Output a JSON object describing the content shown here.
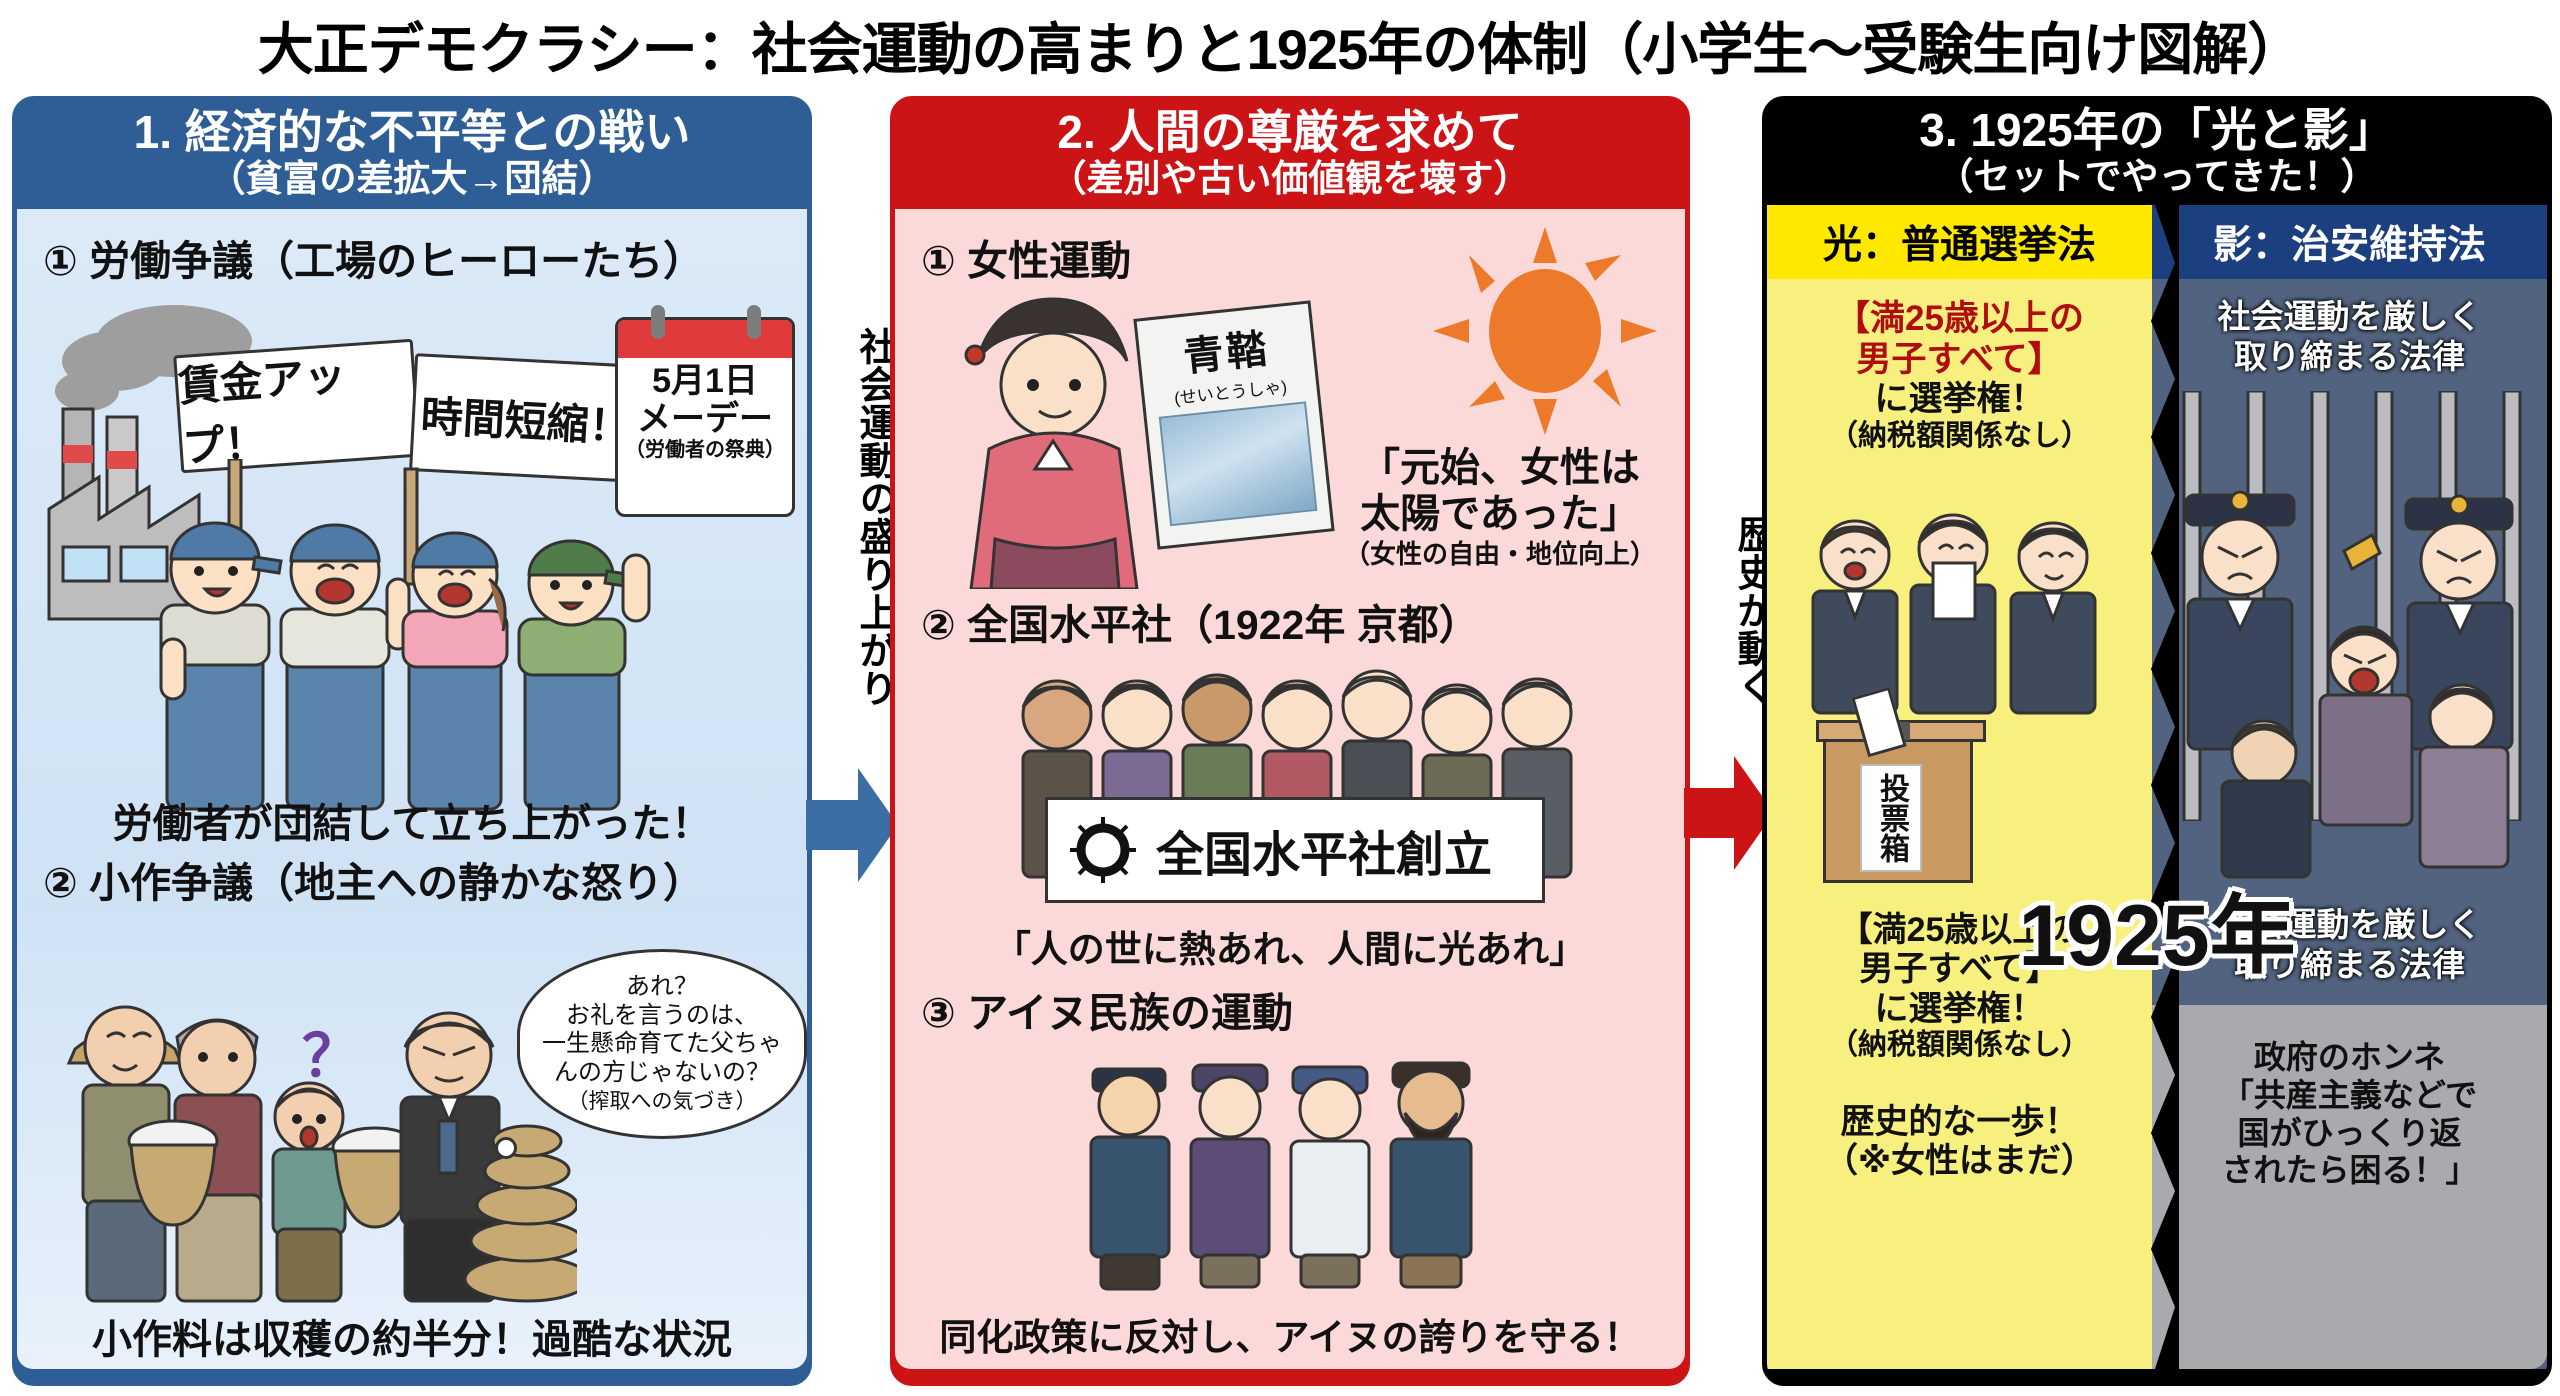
{
  "title": "大正デモクラシー：社会運動の高まりと1925年の体制（小学生〜受験生向け図解）",
  "connectors": [
    {
      "label": "社会運動の盛り上がり",
      "arrow_color": "#3a6ea5"
    },
    {
      "label": "歴史が動く",
      "arrow_color": "#cc1417"
    }
  ],
  "panel1": {
    "heading": "1. 経済的な不平等との戦い",
    "subheading": "（貧富の差拡大→団結）",
    "header_color": "#2f5e96",
    "body_color": "#d7e8f6",
    "sections": [
      {
        "head": "① 労働争議（工場のヒーローたち）",
        "signs": [
          "賃金アップ！",
          "時間短縮！"
        ],
        "calendar": {
          "line1": "5月1日",
          "line2": "メーデー",
          "line3": "（労働者の祭典）"
        },
        "caption": "労働者が団結して立ち上がった！"
      },
      {
        "head": "② 小作争議（地主への静かな怒り）",
        "bubble": [
          "あれ？",
          "お礼を言うのは、",
          "一生懸命育てた父ちゃ",
          "んの方じゃないの？"
        ],
        "bubble_note": "（搾取への気づき）",
        "question_mark": "？",
        "caption": "小作料は収穫の約半分！過酷な状況"
      }
    ]
  },
  "panel2": {
    "heading": "2. 人間の尊厳を求めて",
    "subheading": "（差別や古い価値観を壊す）",
    "header_color": "#cc1417",
    "body_color": "#fbd9d8",
    "sections": [
      {
        "head": "① 女性運動",
        "magazine_title": "青鞜",
        "magazine_reading": "(せいとうしゃ)",
        "quote_line1": "「元始、女性は",
        "quote_line2": "太陽であった」",
        "quote_note": "（女性の自由・地位向上）"
      },
      {
        "head": "② 全国水平社（1922年 京都）",
        "banner": "全国水平社創立",
        "quote": "「人の世に熱あれ、人間に光あれ」"
      },
      {
        "head": "③ アイヌ民族の運動",
        "caption": "同化政策に反対し、アイヌの誇りを守る！"
      }
    ]
  },
  "panel3": {
    "heading": "3. 1925年の「光と影」",
    "subheading": "（セットでやってきた！）",
    "header_color": "#000000",
    "year_badge": "1925年",
    "light": {
      "tab": "光：普通選挙法",
      "tab_color": "#ffe800",
      "body_color": "#f7f07e",
      "top_line1": "【満25歳以上の",
      "top_line2": "男子すべて】",
      "top_line3": "に選挙権！",
      "top_note": "（納税額関係なし）",
      "ballot_box_label": "投票箱",
      "bottom_line1": "【満25歳以上の",
      "bottom_line2": "男子すべて】",
      "bottom_line3": "に選挙権！",
      "bottom_note": "（納税額関係なし）",
      "bottom_line4": "歴史的な一歩！",
      "bottom_note2": "（※女性はまだ）"
    },
    "shadow": {
      "tab": "影：治安維持法",
      "tab_color": "#1c3f80",
      "body_color": "#52637f",
      "top_line1": "社会運動を厳しく",
      "top_line2": "取り締まる法律",
      "bottom_line1": "社会運動を厳しく",
      "bottom_line2": "取り締まる法律",
      "honne_title": "政府のホンネ",
      "honne_line1": "「共産主義などで",
      "honne_line2": "国がひっくり返",
      "honne_line3": "されたら困る！」"
    }
  }
}
